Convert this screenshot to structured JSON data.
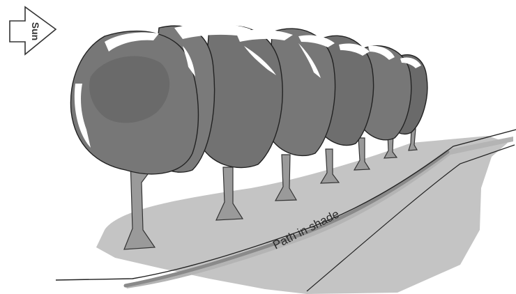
{
  "sun_arrow": {
    "label": "Sun"
  },
  "path": {
    "label": "Path in shade"
  },
  "colors": {
    "canopy": "#777777",
    "canopy_dark": "#6a6a6a",
    "canopy_light": "#8c8c8c",
    "highlight": "#ffffff",
    "shade": "#c4c4c4",
    "path_fill": "#b4b4b4",
    "path_edge": "#8a8a8a",
    "outline": "#222222",
    "trunk": "#9a9a9a"
  },
  "icons": {
    "sun_arrow": "right-arrow-outline",
    "trees": "tree-row"
  }
}
